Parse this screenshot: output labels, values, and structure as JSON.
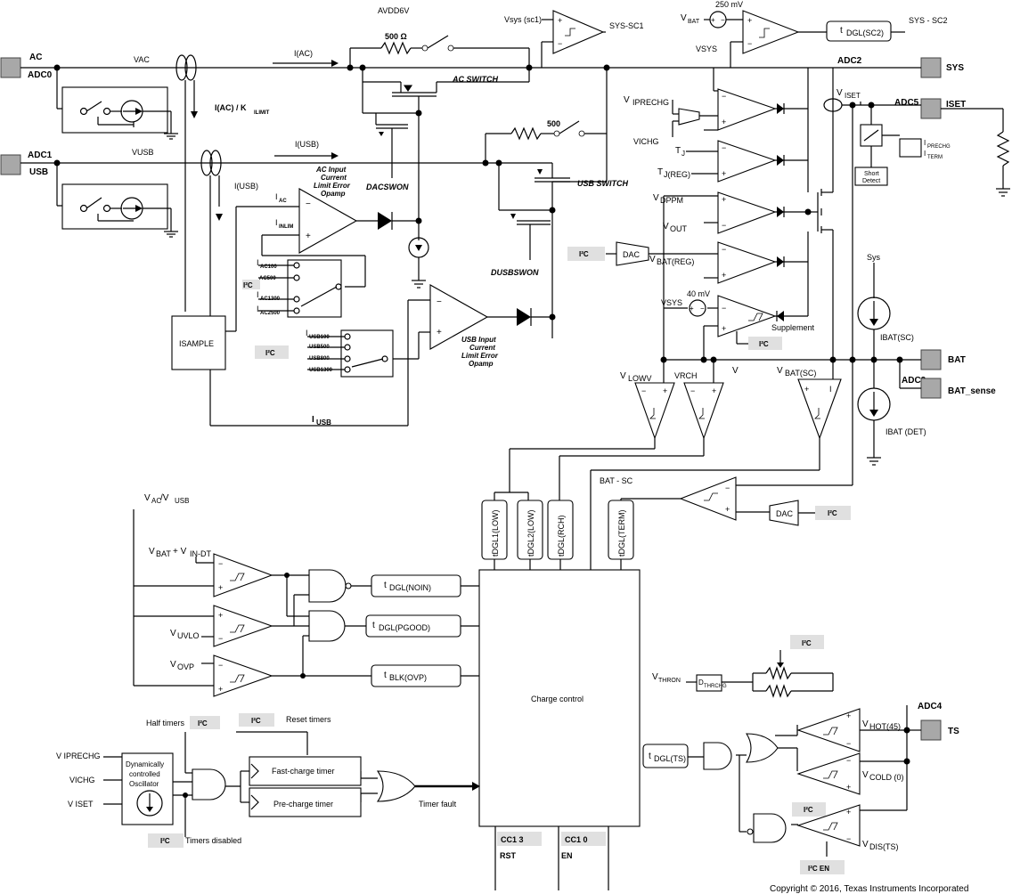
{
  "pins": {
    "ac": "AC",
    "adc0": "ADC0",
    "usb": "USB",
    "adc1": "ADC1",
    "sys": "SYS",
    "adc2": "ADC2",
    "iset": "ISET",
    "adc5": "ADC5",
    "bat": "BAT",
    "adc3": "ADC3",
    "bat_sense": "BAT_sense",
    "ts": "TS",
    "adc4": "ADC4"
  },
  "labels": {
    "avdd6v": "AVDD6V",
    "res500ohm": "500 Ω",
    "res500": "500",
    "vac": "VAC",
    "vusb": "VUSB",
    "i_ac": "I(AC)",
    "i_usb": "I(USB)",
    "i_usb_v": "I(USB)",
    "iac_klimit_a": "I(AC) / K",
    "iac_klimit_b": "ILIMIT",
    "ac_switch": "AC SWITCH",
    "usb_switch": "USB SWITCH",
    "dacswon": "DACSWON",
    "dusbswon": "DUSBSWON",
    "ac_opamp": [
      "AC Input",
      "Current",
      "Limit Error",
      "Opamp"
    ],
    "usb_opamp": [
      "USB Input",
      "Current",
      "Limit Error",
      "Opamp"
    ],
    "iac": "I",
    "iac_sub": "AC",
    "inlim": "I",
    "inlim_sub": "INLIM",
    "iac100": "I",
    "iac100_sub": "AC100",
    "ac500": "AC500",
    "iac1300": "I",
    "iac1300_sub": "AC1300",
    "iac2500": "I",
    "iac2500_sub": "AC2500",
    "iusb100": "I",
    "iusb100_sub": "USB100",
    "usb500": "USB500",
    "usb800": "USB800",
    "usb1300": "USB1300",
    "isample": "ISAMPLE",
    "iusb_bottom": "I",
    "iusb_bottom_sub": "USB",
    "vsys_sc1": "Vsys (sc1)",
    "sys_sc1": "SYS-SC1",
    "vbat_top": "V",
    "vbat_top_sub": "BAT",
    "mv250": "250 mV",
    "vsys_top": "VSYS",
    "tdgl_sc2": "t",
    "tdgl_sc2_sub": "DGL(SC2)",
    "sys_sc2": "SYS - SC2",
    "viset": "V",
    "viset_sub": "ISET",
    "viprechg": "V",
    "viprechg_sub": "IPRECHG",
    "vichg": "VICHG",
    "tj": "T",
    "tj_sub": "J",
    "tjreg": "T",
    "tjreg_sub": "J(REG)",
    "vdppm": "V",
    "vdppm_sub": "DPPM",
    "vout": "V",
    "vout_sub": "OUT",
    "vbatreg": "V",
    "vbatreg_sub": "BAT(REG)",
    "dac": "DAC",
    "vsys_mid": "VSYS",
    "mv40": "40 mV",
    "supplement": "Supplement",
    "ibat_sc": "IBAT(SC)",
    "ibat_det": "IBAT  (DET)",
    "sys_src": "Sys",
    "vlowv": "V",
    "vlowv_sub": "LOWV",
    "vrch": "VRCH",
    "v_alone": "V",
    "vbat_sc": "V",
    "vbat_sc_sub": "BAT(SC)",
    "short_detect": [
      "Short",
      "Detect"
    ],
    "iprechg_small": "I",
    "iprechg_small_sub": "PRECHG",
    "iterm_small": "I",
    "iterm_small_sub": "TERM",
    "bat_sc": "BAT - SC",
    "tdgl_low1": "tDGL1(LOW)",
    "tdgl_low2": "tDGL2(LOW)",
    "tdgl_rch": "tDGL(RCH)",
    "tdgl_term": "tDGL(TERM)",
    "vac_vusb": "V",
    "vac_sub": "AC",
    "vac_slash": " /V",
    "vusb_sub": "USB",
    "vbat_vindt": "V",
    "vbat_vindt_sub": "BAT",
    "vbat_vindt_plus": " + V",
    "vindt_sub": "IN-DT",
    "vuvlo": "V",
    "vuvlo_sub": "UVLO",
    "vovp": "V",
    "vovp_sub": "OVP",
    "tdgl_nogin": "t",
    "tdgl_nogin_sub": "DGL(NOIN)",
    "tdgl_pgood": "t",
    "tdgl_pgood_sub": "DGL(PGOOD)",
    "tblk_ovp": "t",
    "tblk_ovp_sub": "BLK(OVP)",
    "charge_control": "Charge control",
    "cc13": "CC1 3",
    "cc10": "CC1 0",
    "rst": "RST",
    "en": "EN",
    "half_timers": "Half timers",
    "reset_timers": "Reset timers",
    "timers_disabled": "Timers disabled",
    "v_iprechg_b": "V  IPRECHG",
    "vichg_b": "VICHG",
    "v_iset_b": "V  ISET",
    "dyn_osc": [
      "Dynamically",
      "controlled",
      "Oscillator"
    ],
    "fast_charge_timer": "Fast-charge timer",
    "pre_charge_timer": "Pre-charge timer",
    "timer_fault": "Timer fault",
    "vthron": "V",
    "vthron_sub": "THRON",
    "dthrchg": "D",
    "dthrchg_sub": "THRCHG",
    "tdgl_ts": "t",
    "tdgl_ts_sub": "DGL(TS)",
    "vhot": "V",
    "vhot_sub": "HOT(45)",
    "vcold": "V",
    "vcold_sub": "COLD (0)",
    "vdis": "V",
    "vdis_sub": "DIS(TS)",
    "i2c_en": "I²C EN",
    "i2c": "I²C",
    "copyright": "Copyright © 2016, Texas Instruments Incorporated"
  }
}
